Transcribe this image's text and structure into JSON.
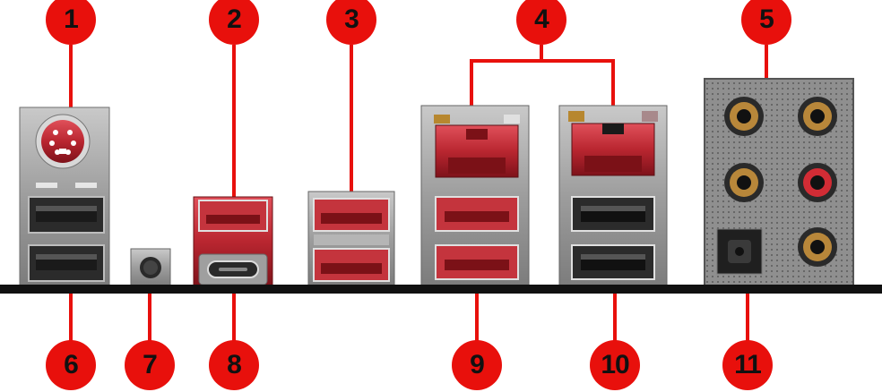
{
  "colors": {
    "accent_red": "#e8100c",
    "port_red": "#c42a32",
    "metal": "#a3a3a3",
    "baseline": "#111111"
  },
  "callouts": {
    "c1": "1",
    "c2": "2",
    "c3": "3",
    "c4": "4",
    "c5": "5",
    "c6": "6",
    "c7": "7",
    "c8": "8",
    "c9": "9",
    "c10": "10",
    "c11": "11"
  },
  "components": [
    "ps2-port-icon",
    "usb-a-port-icon",
    "usb-c-port-icon",
    "rj45-lan-port-icon",
    "audio-jack-icon",
    "optical-spdif-port-icon",
    "clear-cmos-button-icon"
  ]
}
